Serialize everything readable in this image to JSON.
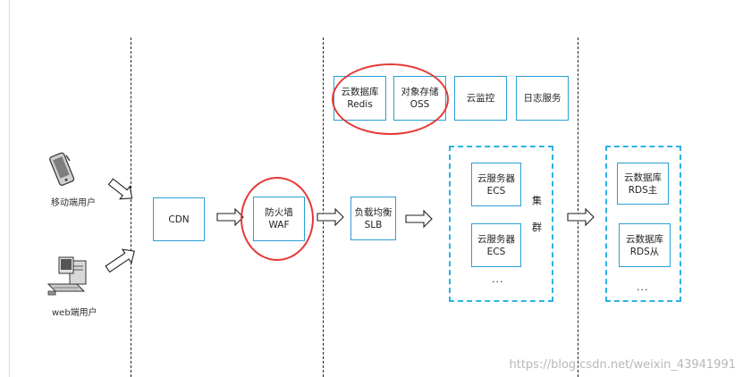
{
  "users": {
    "mobile_label": "移动端用户",
    "web_label": "web端用户"
  },
  "cdn": {
    "label": "CDN"
  },
  "waf": {
    "line1": "防火墙",
    "line2": "WAF"
  },
  "slb": {
    "line1": "负载均衡",
    "line2": "SLB"
  },
  "services": {
    "redis": {
      "line1": "云数据库",
      "line2": "Redis"
    },
    "oss": {
      "line1": "对象存储",
      "line2": "OSS"
    },
    "monitor": {
      "label": "云监控"
    },
    "log": {
      "label": "日志服务"
    }
  },
  "ecs_cluster": {
    "node1": {
      "line1": "云服务器",
      "line2": "ECS"
    },
    "node2": {
      "line1": "云服务器",
      "line2": "ECS"
    },
    "ellipsis": "...",
    "label_top": "集",
    "label_bottom": "群"
  },
  "rds_cluster": {
    "master": {
      "line1": "云数据库",
      "line2": "RDS主"
    },
    "slave": {
      "line1": "云数据库",
      "line2": "RDS从"
    },
    "ellipsis": "..."
  },
  "watermark": "https://blog.csdn.net/weixin_43941991",
  "colors": {
    "box_border": "#2a9fd6",
    "cluster_border": "#2ab3e4",
    "highlight": "#e53935"
  }
}
